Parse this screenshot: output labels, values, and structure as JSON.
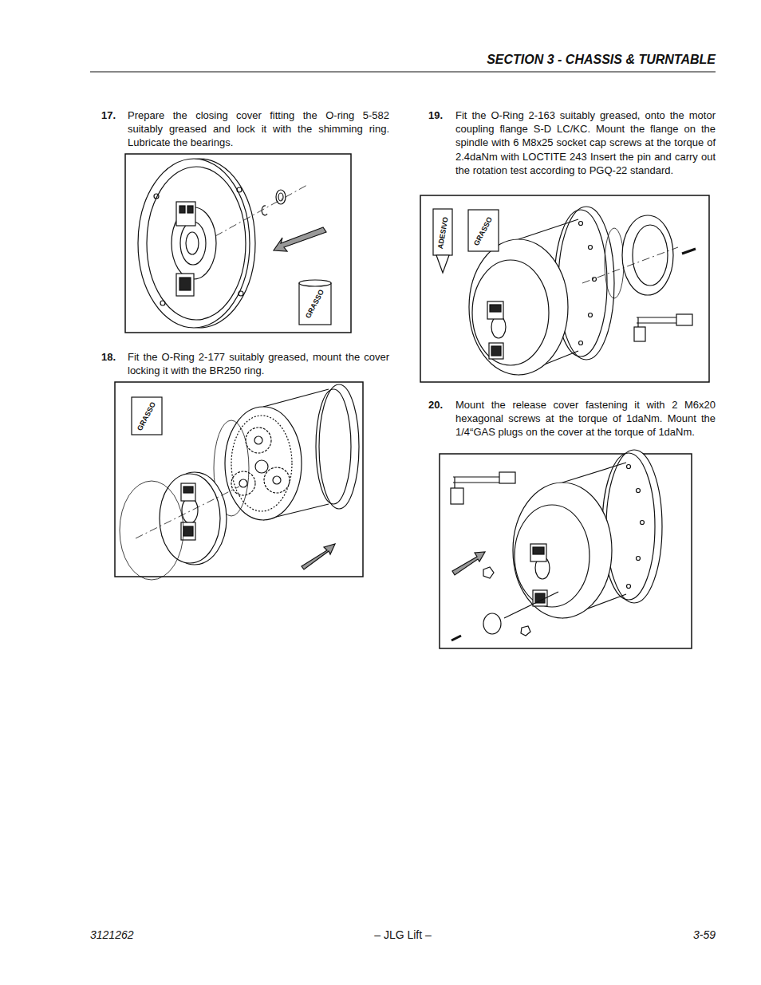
{
  "diagram": {
    "title": "SECTION 3 - CHASSIS & TURNTABLE",
    "labels": [
      "17.",
      "Prepare the closing cover fitting the O-ring 5-582 suitably greased and lock it with the shimming ring. Lubricate the bearings.",
      "GRASSO",
      "18.",
      "Fit the O-Ring 2-177 suitably greased, mount the cover locking it with the BR250 ring.",
      "GRASSO",
      "19.",
      "Fit the O-Ring 2-163 suitably greased, onto the motor coupling flange S-D LC/KC. Mount the flange on the spindle with 6 M8x25 socket cap screws at the torque of 2.4daNm with LOCTITE 243 Insert the pin and carry out the rotation test according to PGQ-22 standard.",
      "ADESIVO",
      "GRASSO",
      "20.",
      "Mount the release cover fastening it with 2 M6x20 hexagonal screws at the torque of 1daNm. Mount the 1/4“GAS plugs on the cover at the torque of 1daNm.",
      "3121262",
      "– JLG Lift –",
      "3-59"
    ]
  }
}
